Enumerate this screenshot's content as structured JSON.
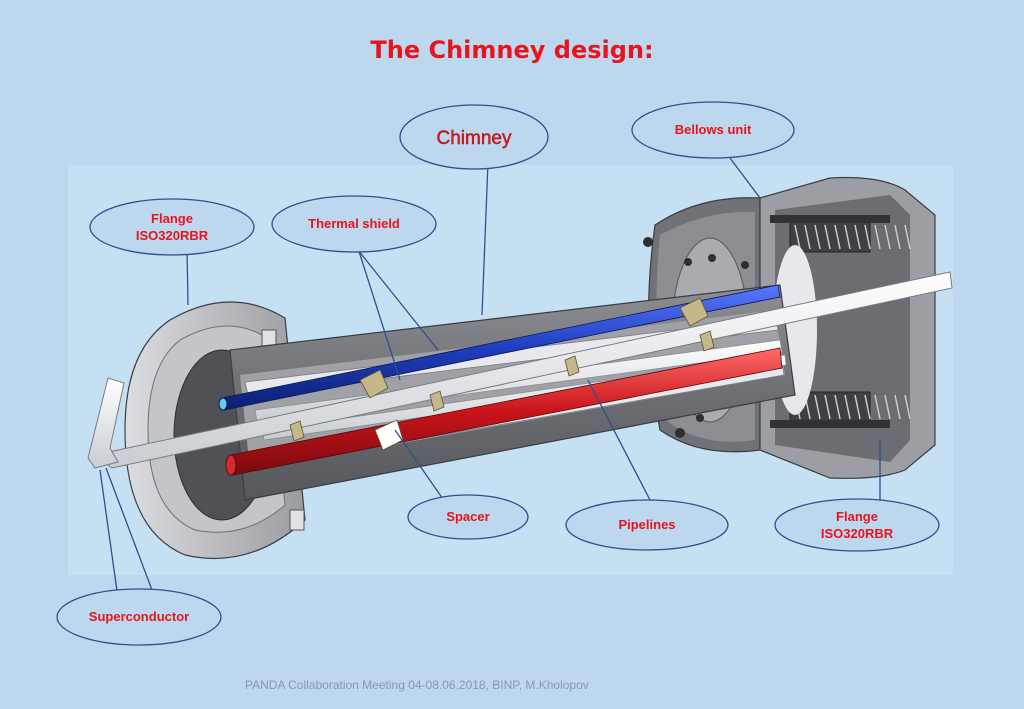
{
  "title": "The Chimney design:",
  "footer": "PANDA Collaboration Meeting 04-08.06.2018, BINP,  M.Kholopov",
  "labels": {
    "chimney": "Chimney",
    "bellows": "Bellows unit",
    "flange_left_1": "Flange",
    "flange_left_2": "ISO320RBR",
    "thermal_shield": "Thermal shield",
    "spacer": "Spacer",
    "pipelines": "Pipelines",
    "flange_right_1": "Flange",
    "flange_right_2": "ISO320RBR",
    "superconductor": "Superconductor"
  },
  "colors": {
    "title": "#e8141b",
    "background": "#bdd7ee",
    "bubble_border": "#2f4f8f",
    "thermal_shield_pipe": "#1f3fbf",
    "pipeline_red": "#c8141b"
  }
}
